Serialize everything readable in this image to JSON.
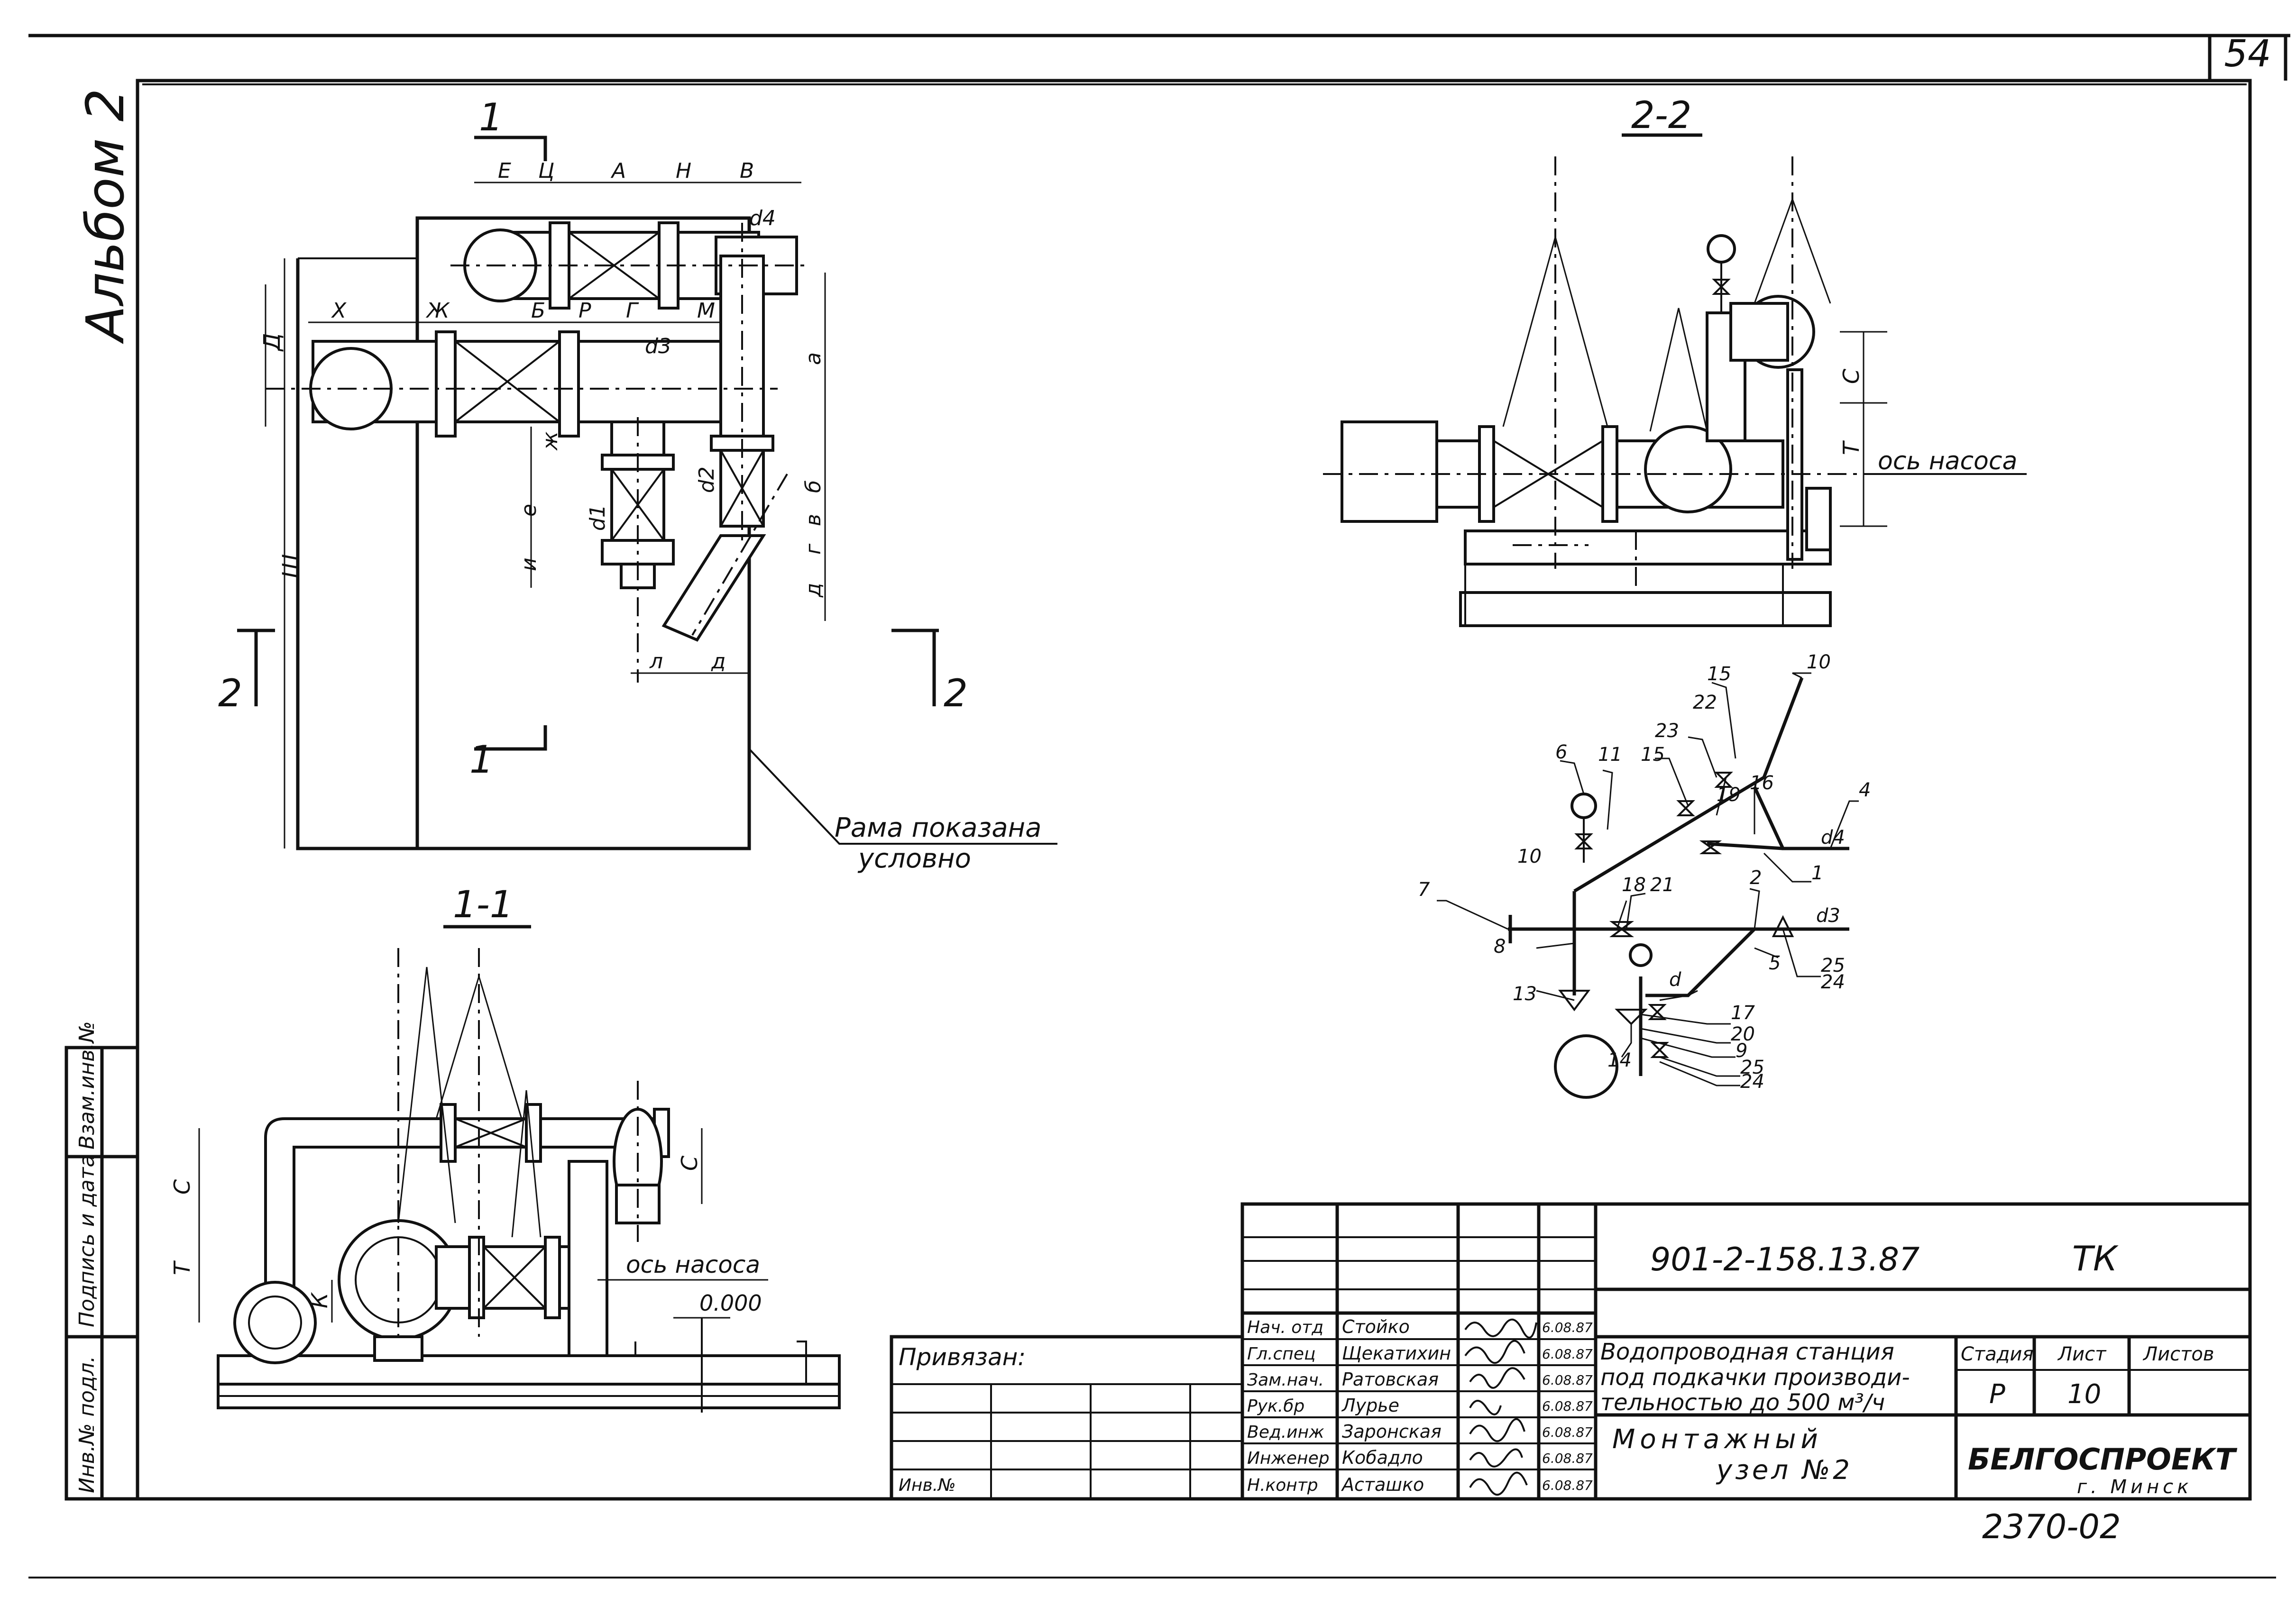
{
  "sheet": {
    "page_number": "54",
    "album": "Альбом 2",
    "drawing_code": "901-2-158.13.87",
    "section_mark": "ТК",
    "archive_number": "2370-02"
  },
  "views": {
    "plan": {
      "section_1_mark": "1",
      "section_2_mark": "2",
      "dims_top": [
        "Е",
        "Ц",
        "А",
        "Н",
        "В"
      ],
      "dims_mid": [
        "Х",
        "Ж",
        "Б",
        "Р",
        "Г",
        "М"
      ],
      "pipe_labels": [
        "d4",
        "d3",
        "d1",
        "d2"
      ],
      "dims_left": [
        "Д",
        "Ш"
      ],
      "dims_right": [
        "а",
        "б",
        "в",
        "г",
        "д"
      ],
      "dims_local": [
        "ж",
        "е",
        "и",
        "л",
        "д"
      ],
      "frame_note_line1": "Рама показана",
      "frame_note_line2": "условно"
    },
    "section_1_1": {
      "title": "1-1",
      "dims": [
        "С",
        "Т",
        "К",
        "С"
      ],
      "pump_axis": "ось насоса",
      "level": "0.000"
    },
    "section_2_2": {
      "title": "2-2",
      "dims": [
        "С",
        "Т"
      ],
      "pump_axis": "ось насоса"
    },
    "scheme": {
      "callouts": [
        "10",
        "15",
        "22",
        "23",
        "15",
        "16",
        "19",
        "6",
        "11",
        "4",
        "d4",
        "1",
        "2",
        "7",
        "10",
        "18",
        "21",
        "8",
        "d3",
        "5",
        "25",
        "24",
        "13",
        "d",
        "17",
        "20",
        "9",
        "14",
        "25",
        "24"
      ]
    }
  },
  "title_block": {
    "attached_label": "Привязан:",
    "inv_label": "Инв.№",
    "roles": [
      "Нач. отд",
      "Гл.спец",
      "Зам.нач.",
      "Рук.бр",
      "Вед.инж",
      "Инженер",
      "Н.контр"
    ],
    "names": [
      "Стойко",
      "Щекатихин",
      "Ратовская",
      "Лурье",
      "Заронская",
      "Кобадло",
      "Асташко"
    ],
    "dates": [
      "6.08.87",
      "6.08.87",
      "6.08.87",
      "6.08.87",
      "6.08.87",
      "6.08.87",
      "6.08.87"
    ],
    "project_title_line1": "Водопроводная станция",
    "project_title_line2": "под подкачки производи-",
    "project_title_line3": "тельностью до 500 м³/ч",
    "sheet_title_line1": "Монтажный",
    "sheet_title_line2": "узел №2",
    "stage_header": "Стадия",
    "sheet_header": "Лист",
    "sheets_header": "Листов",
    "stage_value": "Р",
    "sheet_value": "10",
    "sheets_value": "",
    "organization": "БЕЛГОСПРОЕКТ",
    "city": "г. Минск"
  },
  "side_stamp": {
    "cells": [
      "Инв.№ подл.",
      "Подпись и дата",
      "Взам.инв.№"
    ]
  }
}
